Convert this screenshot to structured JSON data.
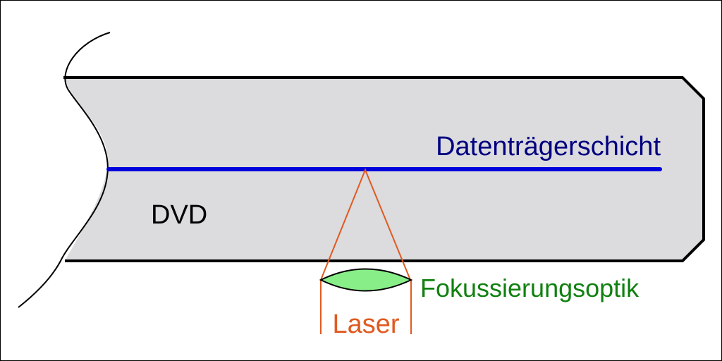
{
  "labels": {
    "disc": "DVD",
    "data_layer": "Datenträgerschicht",
    "optics": "Fokussierungsoptik",
    "laser": "Laser"
  },
  "colors": {
    "background": "#ffffff",
    "disc_fill": "#dcdbde",
    "outline": "#000000",
    "data_layer": "#0000dd",
    "data_layer_text": "#000080",
    "laser": "#e05a20",
    "lens_fill": "#88ee88",
    "optics_text": "#108010",
    "disc_text": "#000000"
  }
}
